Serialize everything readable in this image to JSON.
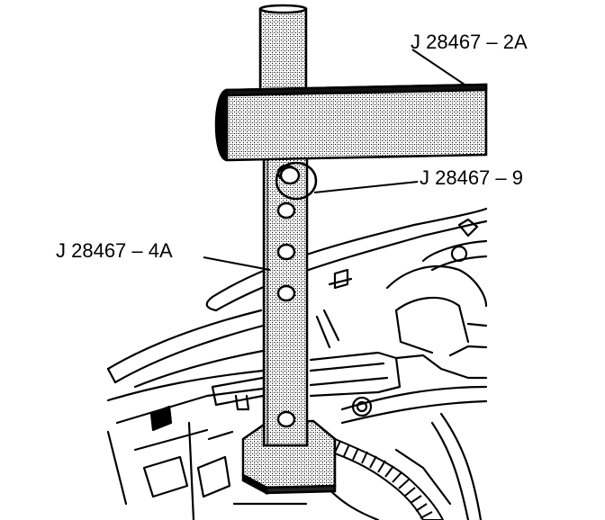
{
  "callouts": [
    {
      "id": "crossbar",
      "label": "J 28467 – 2A"
    },
    {
      "id": "pin",
      "label": "J 28467 – 9"
    },
    {
      "id": "bar",
      "label": "J 28467 – 4A"
    }
  ],
  "colors": {
    "ink": "#000000",
    "paper": "#ffffff",
    "tool_shade": "#c8c8c8"
  }
}
